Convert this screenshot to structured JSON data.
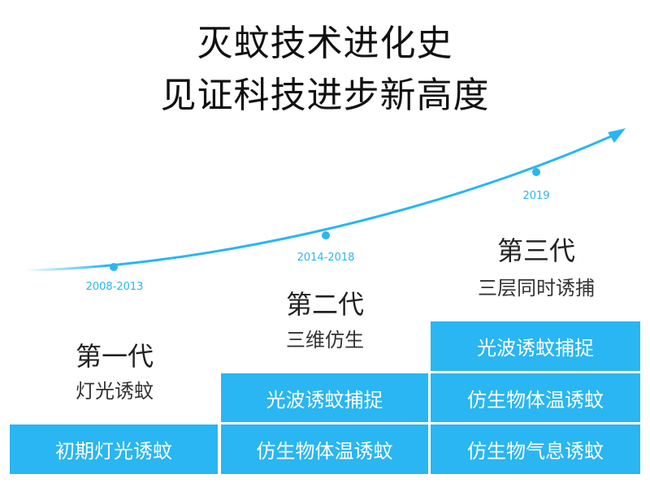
{
  "title": {
    "line1": "灭蚊技术进化史",
    "line2": "见证科技进步新高度"
  },
  "colors": {
    "accent": "#29b6f2",
    "text": "#222222",
    "block_text": "#ffffff"
  },
  "timeline": {
    "points": [
      {
        "year": "2008-2013"
      },
      {
        "year": "2014-2018"
      },
      {
        "year": "2019"
      }
    ]
  },
  "generations": [
    {
      "name": "第一代",
      "subtitle": "灯光诱蚊",
      "features": [
        "初期灯光诱蚊"
      ]
    },
    {
      "name": "第二代",
      "subtitle": "三维仿生",
      "features": [
        "仿生物体温诱蚊",
        "光波诱蚊捕捉"
      ]
    },
    {
      "name": "第三代",
      "subtitle": "三层同时诱捕",
      "features": [
        "仿生物气息诱蚊",
        "仿生物体温诱蚊",
        "光波诱蚊捕捉"
      ]
    }
  ]
}
